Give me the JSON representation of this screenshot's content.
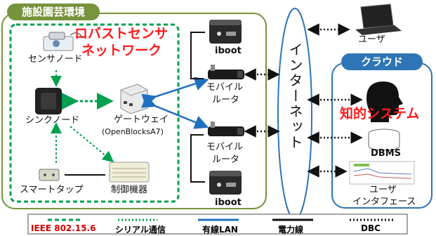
{
  "groups": {
    "facility": "施設園芸環境",
    "cloud": "クラウド",
    "robust_network": [
      "ロバストセンサ",
      "ネットワーク"
    ]
  },
  "nodes": {
    "sensor_node": "センサノード",
    "sink_node": "シンクノード",
    "smart_tap": "スマートタップ",
    "control_device": "制御機器",
    "gateway": [
      "ゲートウェイ",
      "(OpenBlocksA7)"
    ],
    "iboot_top": "iboot",
    "iboot_bottom": "iboot",
    "mobile_router_top": [
      "モバイル",
      "ルータ"
    ],
    "mobile_router_bottom": [
      "モバイル",
      "ルータ"
    ],
    "internet": "インターネット",
    "user_top": "ユーザ",
    "intelligent_system": "知的システム",
    "dbms": "DBMS",
    "user_interface": [
      "ユーザ",
      "インタフェース"
    ]
  },
  "legend": [
    {
      "label": "IEEE 802.15.6",
      "style": "green-dashed",
      "color": "#d40000"
    },
    {
      "label": "シリアル通信",
      "style": "green-dotted",
      "color": "#111111"
    },
    {
      "label": "有線LAN",
      "style": "blue",
      "color": "#111111"
    },
    {
      "label": "電力線",
      "style": "black",
      "color": "#111111"
    },
    {
      "label": "DBC",
      "style": "black-dotted",
      "color": "#111111"
    }
  ],
  "colors": {
    "facility_border": "#77933c",
    "facility_tab": "#77933c",
    "cloud_border": "#2e75b6",
    "cloud_tab": "#2e75b6",
    "robust_dash": "#00a050",
    "lan_blue": "#2070c0",
    "label_red": "#ff1a1a"
  }
}
